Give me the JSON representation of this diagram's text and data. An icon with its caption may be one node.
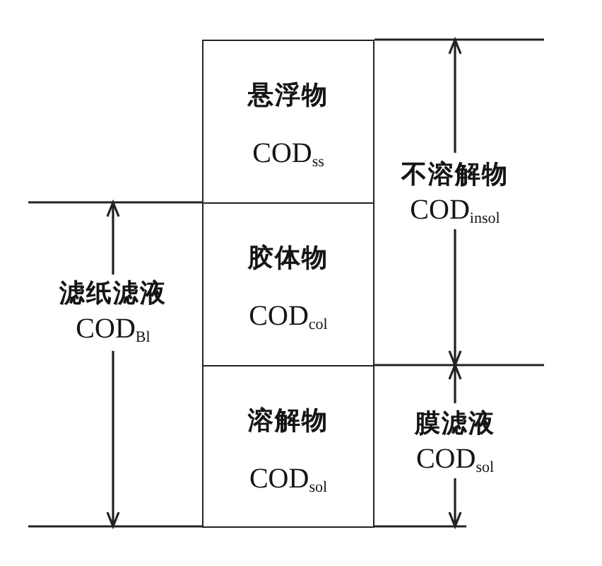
{
  "diagram": {
    "nodes": [
      {
        "text": [
          "悬浮物",
          "COD$_{ss}$"
        ]
      },
      {
        "text": [
          "胶体物",
          "COD$_{col}$"
        ]
      },
      {
        "text": [
          "溶解物",
          "COD$_{sol}$"
        ]
      }
    ],
    "labels": [
      "不溶解物",
      "COD$_{insol}$",
      "滤纸滤液",
      "COD$_{Bl}$",
      "膜滤液",
      "COD$_{sol}$"
    ]
  }
}
